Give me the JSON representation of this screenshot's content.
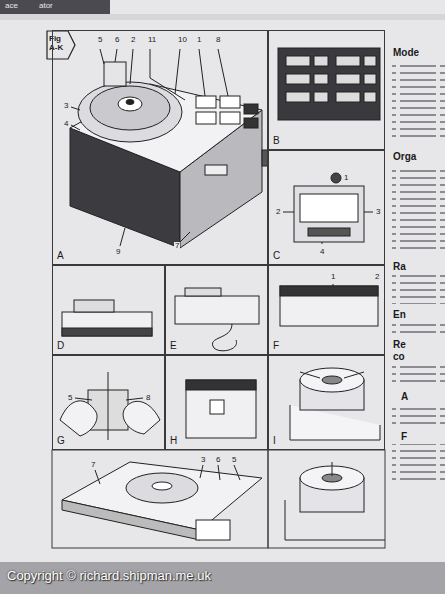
{
  "diagram": {
    "nodes": [
      {
        "text": [
          "Fig A-K"
        ]
      },
      {
        "text": [
          "A"
        ]
      },
      {
        "text": [
          "B"
        ]
      },
      {
        "text": [
          "C"
        ]
      },
      {
        "text": [
          "D"
        ]
      },
      {
        "text": [
          "E"
        ]
      },
      {
        "text": [
          "F"
        ]
      },
      {
        "text": [
          "G"
        ]
      },
      {
        "text": [
          "H"
        ]
      },
      {
        "text": [
          "I"
        ]
      }
    ],
    "labels": [
      "ace",
      "ator",
      "5",
      "6",
      "2",
      "11",
      "10",
      "1",
      "8",
      "3",
      "4",
      "9",
      "7",
      "1",
      "2",
      "3",
      "4",
      "1",
      "2",
      "5",
      "8",
      "7",
      "3",
      "6",
      "5",
      "Mode",
      "Orga",
      "Ra",
      "En",
      "Re",
      "co",
      "A",
      "F",
      "Copyright © richard.shipman.me.uk"
    ]
  }
}
